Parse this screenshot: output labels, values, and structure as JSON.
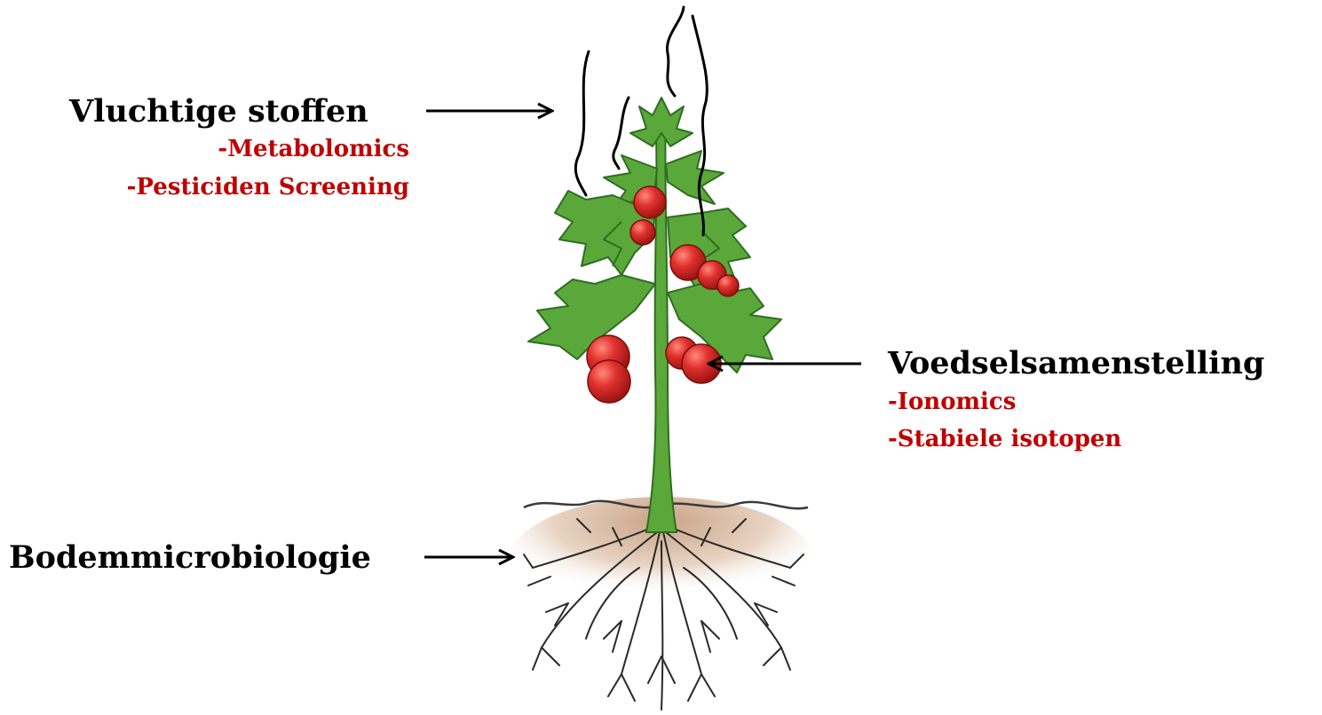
{
  "colors": {
    "heading": "#000000",
    "subitem": "#c00000",
    "leaf": "#5aa83a",
    "leaf_dark": "#2f6e22",
    "tomato": "#d8282a",
    "soil": "#d9bca5",
    "root": "#2a2a2a",
    "arrow": "#000000"
  },
  "labels": {
    "volatile": {
      "title": "Vluchtige stoffen",
      "items": [
        "-Metabolomics",
        "-Pesticiden Screening"
      ]
    },
    "food": {
      "title": "Voedselsamenstelling",
      "items": [
        "-Ionomics",
        "-Stabiele isotopen"
      ]
    },
    "soil": {
      "title": "Bodemmicrobiologie"
    }
  },
  "icons": {
    "plant": "tomato-plant-icon",
    "vapour": "vapour-lines-icon"
  }
}
